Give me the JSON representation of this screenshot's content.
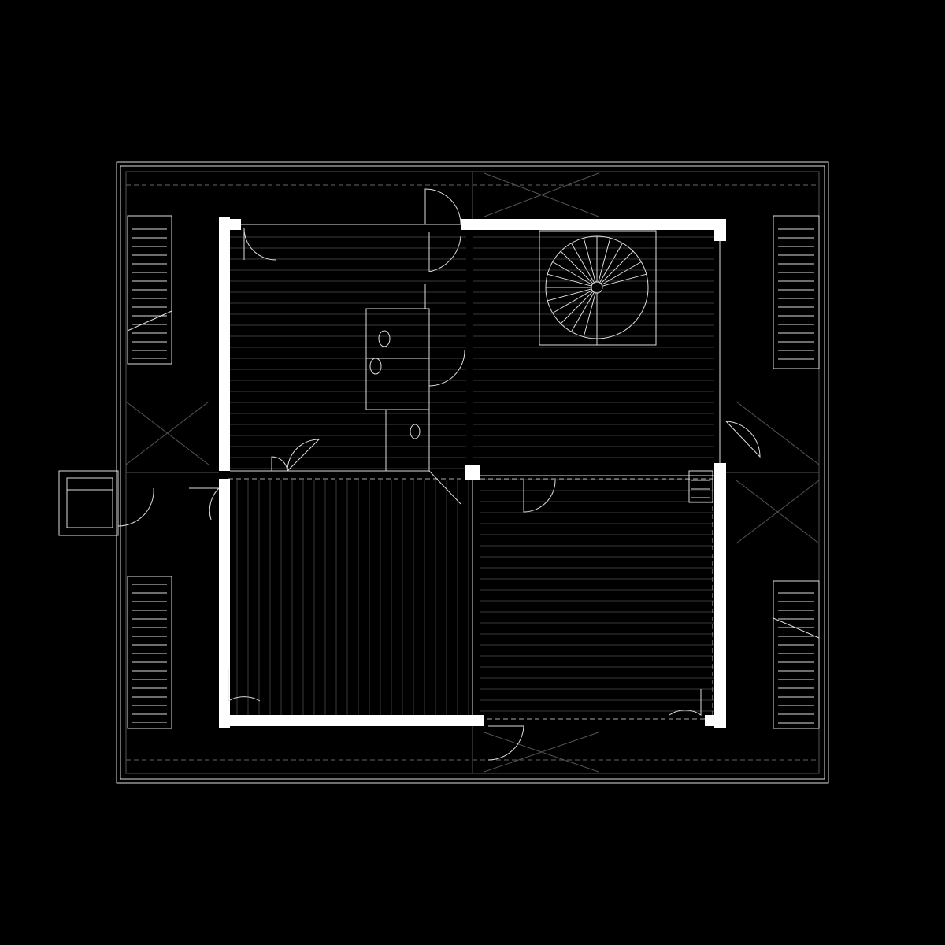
{
  "plan": {
    "background_color": "#000000",
    "line_color": "#ffffff",
    "rooms": [
      {
        "name": "room-north-west",
        "floor_pattern": "horizontal"
      },
      {
        "name": "room-north-east",
        "floor_pattern": "horizontal"
      },
      {
        "name": "room-south-west",
        "floor_pattern": "vertical"
      },
      {
        "name": "room-south-east",
        "floor_pattern": "horizontal"
      }
    ],
    "staircases": [
      "stair-north-west",
      "stair-south-west",
      "stair-north-east",
      "stair-south-east",
      "spiral-stair"
    ]
  }
}
